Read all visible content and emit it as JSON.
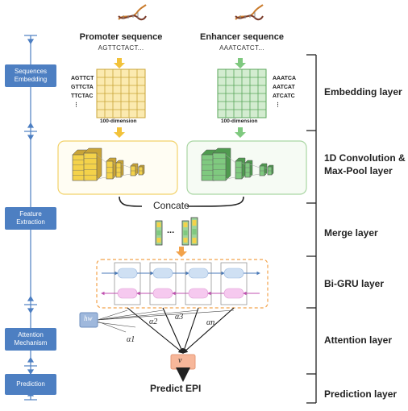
{
  "stages": [
    {
      "label": "Sequences Embedding"
    },
    {
      "label": "Feature Extraction"
    },
    {
      "label": "Attention Mechanism"
    },
    {
      "label": "Prediction"
    }
  ],
  "layers": [
    {
      "label": "Embedding layer"
    },
    {
      "label": "1D Convolution & Max-Pool layer"
    },
    {
      "label": "Merge layer"
    },
    {
      "label": "Bi-GRU layer"
    },
    {
      "label": "Attention layer"
    },
    {
      "label": "Prediction layer"
    }
  ],
  "promoter": {
    "title": "Promoter sequence",
    "sequence": "AGTTCTACT...",
    "kmers": [
      "AGTTCT",
      "GTTCTA",
      "TTCTAC",
      "⋮"
    ],
    "dimension": "100-dimension"
  },
  "enhancer": {
    "title": "Enhancer sequence",
    "sequence": "AAATCATCT...",
    "kmers": [
      "AAATCA",
      "AATCAT",
      "ATCATC",
      "⋮"
    ],
    "dimension": "100-dimension"
  },
  "merge": {
    "concate_label": "Concate",
    "ellipsis": "..."
  },
  "attention": {
    "h_label": "hw",
    "alphas": [
      "α1",
      "α2",
      "α3",
      "αn"
    ]
  },
  "output": {
    "v_label": "v",
    "predict_label": "Predict EPI"
  },
  "colors": {
    "stage_box": "#4d7fc2",
    "promoter": "#f4d24a",
    "enhancer": "#7fc97f",
    "arrow_orange": "#f2a24a",
    "gru_blue": "#cfe0f3",
    "gru_pink": "#f6c9ef",
    "v_box": "#f7b79a"
  }
}
